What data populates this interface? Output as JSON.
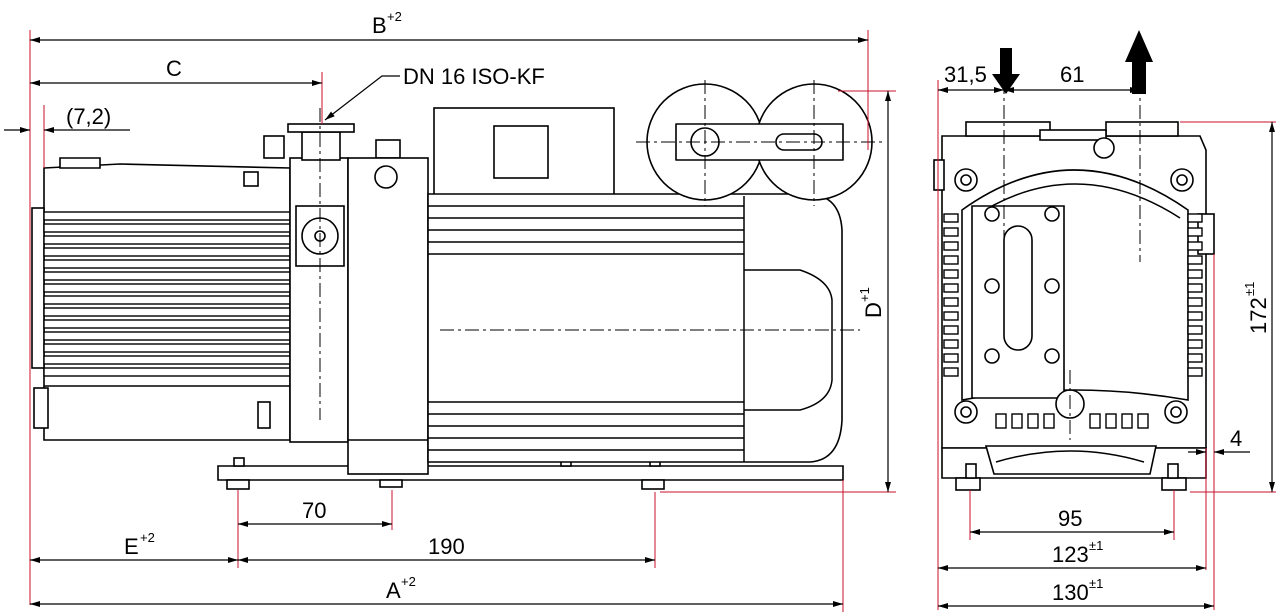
{
  "dimensions": {
    "B": {
      "label": "B",
      "tolerance": "+2"
    },
    "C": {
      "label": "C"
    },
    "flange": {
      "label": "DN 16 ISO-KF"
    },
    "offset": {
      "label": "(7,2)"
    },
    "D": {
      "label": "D",
      "tolerance": "+1"
    },
    "d70": {
      "label": "70"
    },
    "E": {
      "label": "E",
      "tolerance": "+2"
    },
    "d190": {
      "label": "190"
    },
    "A": {
      "label": "A",
      "tolerance": "+2"
    },
    "d31_5": {
      "label": "31,5"
    },
    "d61": {
      "label": "61"
    },
    "d172": {
      "label": "172",
      "tolerance": "±1"
    },
    "d4": {
      "label": "4"
    },
    "d95": {
      "label": "95"
    },
    "d123": {
      "label": "123",
      "tolerance": "±1"
    },
    "d130": {
      "label": "130",
      "tolerance": "±1"
    }
  },
  "colors": {
    "outline": "#000000",
    "extension_lines": "#c8102e",
    "background": "#ffffff"
  },
  "icons": {
    "inlet": "arrow-down-icon",
    "outlet": "arrow-up-icon"
  }
}
